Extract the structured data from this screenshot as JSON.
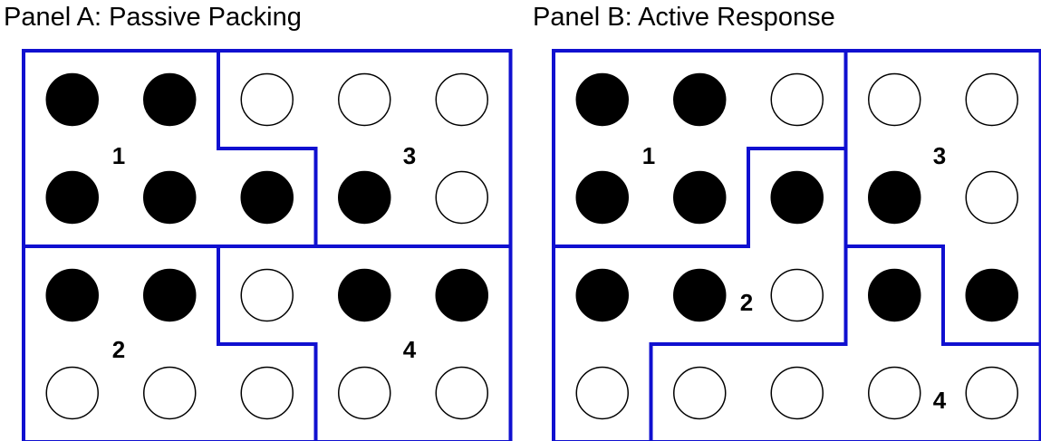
{
  "colors": {
    "border": "#1010d0",
    "filled_dot": "#000000",
    "empty_dot": "#ffffff",
    "dot_outline": "#000000"
  },
  "panels": [
    {
      "id": "a",
      "title": "Panel A: Passive Packing",
      "rows": [
        [
          "filled",
          "filled",
          "empty",
          "empty",
          "empty"
        ],
        [
          "filled",
          "filled",
          "filled",
          "filled",
          "empty"
        ],
        [
          "filled",
          "filled",
          "empty",
          "filled",
          "filled"
        ],
        [
          "empty",
          "empty",
          "empty",
          "empty",
          "empty"
        ]
      ],
      "regions": [
        {
          "label": "1",
          "cells": [
            [
              0,
              0
            ],
            [
              0,
              1
            ],
            [
              1,
              0
            ],
            [
              1,
              1
            ],
            [
              1,
              2
            ]
          ]
        },
        {
          "label": "3",
          "cells": [
            [
              0,
              2
            ],
            [
              0,
              3
            ],
            [
              0,
              4
            ],
            [
              1,
              3
            ],
            [
              1,
              4
            ]
          ]
        },
        {
          "label": "2",
          "cells": [
            [
              2,
              0
            ],
            [
              2,
              1
            ],
            [
              3,
              0
            ],
            [
              3,
              1
            ],
            [
              3,
              2
            ]
          ]
        },
        {
          "label": "4",
          "cells": [
            [
              2,
              2
            ],
            [
              2,
              3
            ],
            [
              2,
              4
            ],
            [
              3,
              3
            ],
            [
              3,
              4
            ]
          ]
        }
      ]
    },
    {
      "id": "b",
      "title": "Panel B: Active Response",
      "rows": [
        [
          "filled",
          "filled",
          "empty",
          "empty",
          "empty"
        ],
        [
          "filled",
          "filled",
          "filled",
          "filled",
          "empty"
        ],
        [
          "filled",
          "filled",
          "empty",
          "filled",
          "filled"
        ],
        [
          "empty",
          "empty",
          "empty",
          "empty",
          "empty"
        ]
      ],
      "regions": [
        {
          "label": "1",
          "cells": [
            [
              0,
              0
            ],
            [
              0,
              1
            ],
            [
              0,
              2
            ],
            [
              1,
              0
            ],
            [
              1,
              1
            ]
          ]
        },
        {
          "label": "3",
          "cells": [
            [
              0,
              3
            ],
            [
              0,
              4
            ],
            [
              1,
              3
            ],
            [
              1,
              4
            ],
            [
              2,
              4
            ]
          ]
        },
        {
          "label": "2",
          "cells": [
            [
              1,
              2
            ],
            [
              2,
              0
            ],
            [
              2,
              1
            ],
            [
              2,
              2
            ],
            [
              3,
              0
            ]
          ]
        },
        {
          "label": "4",
          "cells": [
            [
              2,
              3
            ],
            [
              3,
              1
            ],
            [
              3,
              2
            ],
            [
              3,
              3
            ],
            [
              3,
              4
            ]
          ]
        }
      ]
    }
  ]
}
